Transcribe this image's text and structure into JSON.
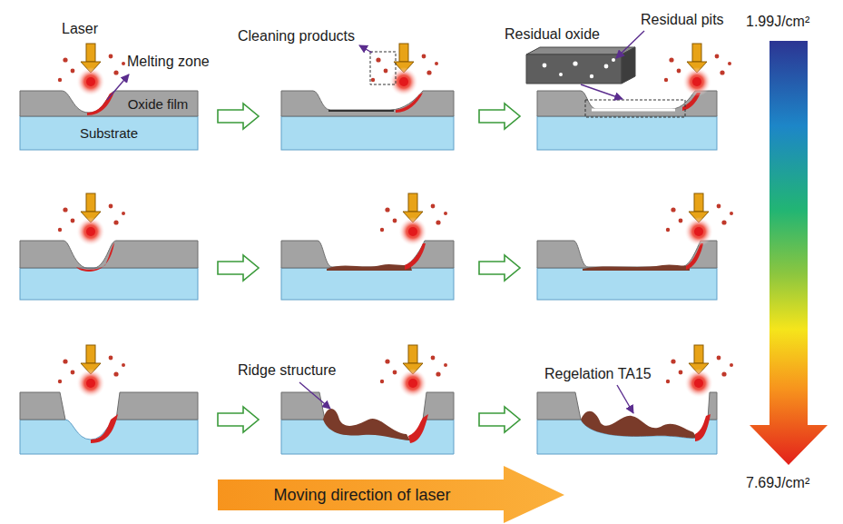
{
  "diagram": {
    "nodes": [
      {
        "text": [
          "Oxide film"
        ]
      },
      {
        "text": [
          "Substrate"
        ]
      },
      {
        "text": [
          "Moving direction of laser"
        ]
      }
    ],
    "labels": [
      "Laser",
      "Melting zone",
      "Cleaning products",
      "Residual oxide",
      "Residual pits",
      "1.99J/cm²",
      "Ridge structure",
      "Regelation TA15",
      "7.69J/cm²"
    ]
  }
}
